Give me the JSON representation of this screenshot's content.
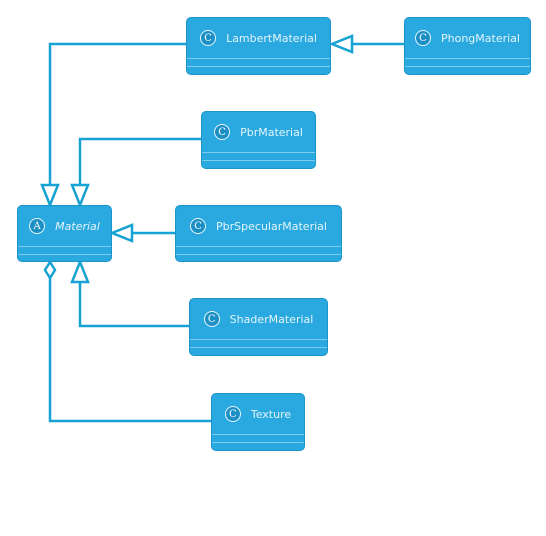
{
  "colors": {
    "class_fill": "#2aa9e0",
    "class_border": "#1b95c9",
    "class_text": "#e3f4fb",
    "edge": "#17a2d4",
    "background": "#ffffff"
  },
  "classes": {
    "material": {
      "name": "Material",
      "stereotype": "A",
      "abstract": true
    },
    "lambert": {
      "name": "LambertMaterial",
      "stereotype": "C",
      "abstract": false
    },
    "phong": {
      "name": "PhongMaterial",
      "stereotype": "C",
      "abstract": false
    },
    "pbr": {
      "name": "PbrMaterial",
      "stereotype": "C",
      "abstract": false
    },
    "pbr_specular": {
      "name": "PbrSpecularMaterial",
      "stereotype": "C",
      "abstract": false
    },
    "shader": {
      "name": "ShaderMaterial",
      "stereotype": "C",
      "abstract": false
    },
    "texture": {
      "name": "Texture",
      "stereotype": "C",
      "abstract": false
    }
  },
  "relations": [
    {
      "from": "phong",
      "to": "lambert",
      "kind": "inheritance"
    },
    {
      "from": "lambert",
      "to": "material",
      "kind": "inheritance"
    },
    {
      "from": "pbr",
      "to": "material",
      "kind": "inheritance"
    },
    {
      "from": "pbr_specular",
      "to": "material",
      "kind": "inheritance"
    },
    {
      "from": "shader",
      "to": "material",
      "kind": "inheritance"
    },
    {
      "from": "texture",
      "to": "material",
      "kind": "aggregation"
    }
  ]
}
